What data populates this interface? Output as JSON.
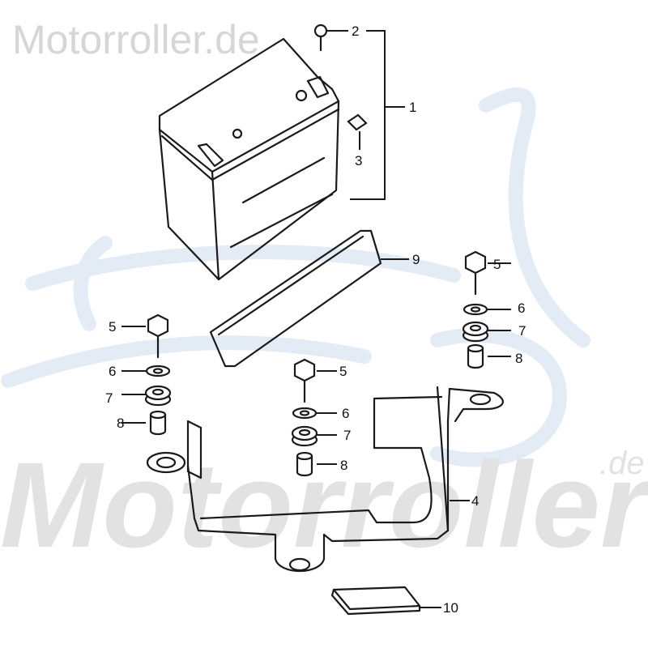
{
  "watermark": {
    "top_text": "Motorroller.de",
    "bottom_text": "Motorroller",
    "bottom_suffix": ".de",
    "color": "#d6d6d6",
    "logo_color": "#e3ebf5"
  },
  "callouts": {
    "battery": "1",
    "screw": "2",
    "nut": "3",
    "bracket": "4",
    "bolt_right": "5",
    "washer_right": "6",
    "rubber_right": "7",
    "collar_right": "8",
    "bolt_left": "5",
    "washer_left": "6",
    "rubber_left": "7",
    "collar_left": "8",
    "bolt_center": "5",
    "washer_center": "6",
    "rubber_center": "7",
    "collar_center": "8",
    "strap": "9",
    "pad": "10"
  }
}
